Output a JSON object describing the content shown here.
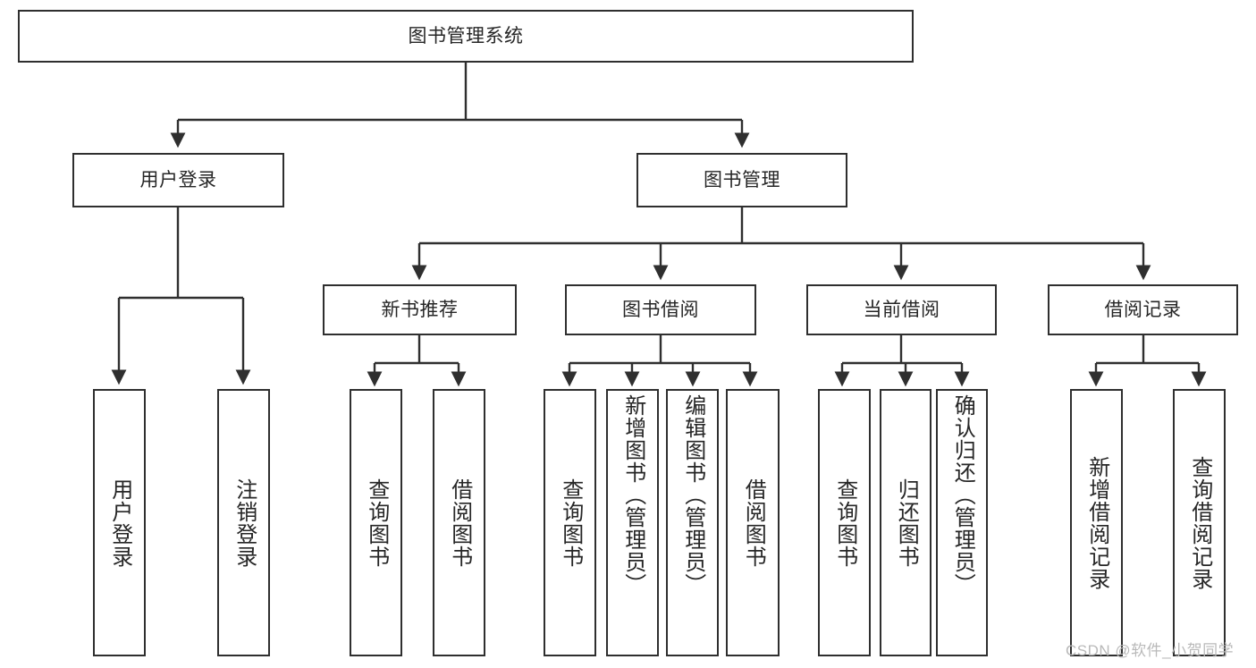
{
  "diagram": {
    "title": "图书管理系统",
    "type": "tree-hierarchy-diagram",
    "colors": {
      "box_border": "#2f2f2f",
      "box_fill": "#ffffff",
      "connector": "#2f2f2f",
      "background": "#ffffff",
      "watermark": "#b9b9b9"
    },
    "root": {
      "label": "图书管理系统"
    },
    "level2": [
      {
        "label": "用户登录"
      },
      {
        "label": "图书管理"
      }
    ],
    "level3": [
      {
        "label": "新书推荐"
      },
      {
        "label": "图书借阅"
      },
      {
        "label": "当前借阅"
      },
      {
        "label": "借阅记录"
      }
    ],
    "leaves": {
      "user_login": [
        {
          "label": "用户登录"
        },
        {
          "label": "注销登录"
        }
      ],
      "new_book_recommend": [
        {
          "label": "查询图书"
        },
        {
          "label": "借阅图书"
        }
      ],
      "book_borrow": [
        {
          "label": "查询图书"
        },
        {
          "label": "新增图书（管理员）"
        },
        {
          "label": "编辑图书（管理员）"
        },
        {
          "label": "借阅图书"
        }
      ],
      "current_borrow": [
        {
          "label": "查询图书"
        },
        {
          "label": "归还图书"
        },
        {
          "label": "确认归还（管理员）"
        }
      ],
      "borrow_record": [
        {
          "label": "新增借阅记录"
        },
        {
          "label": "查询借阅记录"
        }
      ]
    },
    "watermark": "CSDN @软件_小贺同学"
  }
}
